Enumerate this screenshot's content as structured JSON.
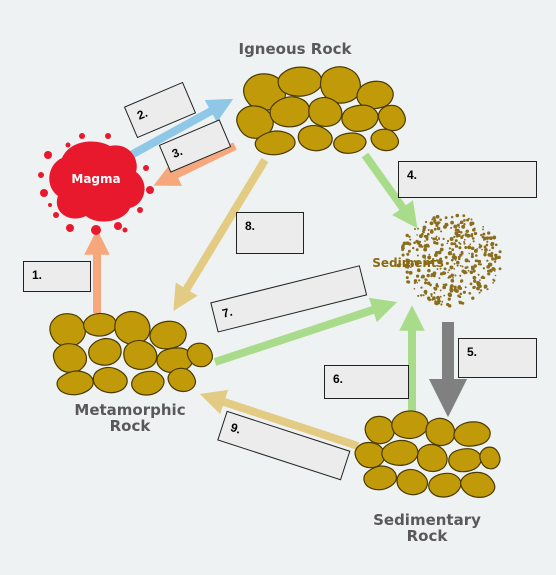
{
  "labels": {
    "igneous": "Igneous Rock",
    "metamorphic_line1": "Metamorphic",
    "metamorphic_line2": "Rock",
    "sedimentary_line1": "Sedimentary",
    "sedimentary_line2": "Rock",
    "magma": "Magma",
    "sediments": "Sediments"
  },
  "boxes": [
    "1.",
    "2.",
    "3.",
    "4.",
    "5.",
    "6.",
    "7.",
    "8.",
    "9."
  ],
  "colors": {
    "rock_fill": "#c09a08",
    "rock_stroke": "#4a3a00",
    "magma": "#e8192c",
    "arrow_orange": "#f7a77c",
    "arrow_blue": "#8fc8e6",
    "arrow_green": "#a9dc8a",
    "arrow_tan": "#e3cb83",
    "arrow_gray": "#808080",
    "sediment": "#8a6d1e"
  }
}
